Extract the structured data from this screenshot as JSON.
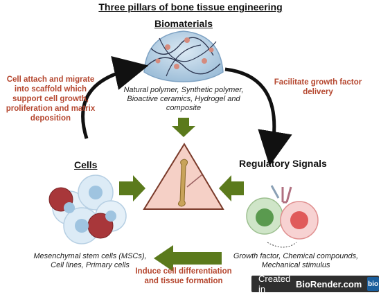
{
  "title": "Three pillars of bone tissue engineering",
  "biomaterials": {
    "heading": "Biomaterials",
    "desc_line1": "Natural polymer, Synthetic polymer,",
    "desc_line2": "Bioactive ceramics, Hydrogel and",
    "desc_line3": "composite"
  },
  "cells": {
    "heading": "Cells",
    "desc_line1": "Mesenchymal stem cells (MSCs),",
    "desc_line2": "Cell lines, Primary cells"
  },
  "signals": {
    "heading": "Regulatory Signals",
    "desc_line1": "Growth factor, Chemical compounds,",
    "desc_line2": "Mechanical stimulus"
  },
  "arrows": {
    "left_line1": "Cell attach and migrate",
    "left_line2": "into scaffold which",
    "left_line3": "support cell growth,",
    "left_line4": "proliferation and matrix",
    "left_line5": "deposition",
    "right_line1": "Facilitate growth factor",
    "right_line2": "delivery",
    "bottom_line1": "Induce cell differentiation",
    "bottom_line2": "and tissue formation"
  },
  "badge": {
    "created_in": "Created in",
    "brand": "BioRender.com",
    "logo": "bio"
  },
  "colors": {
    "accent_red": "#b5472f",
    "arrow_green": "#5b7a1c",
    "triangle_fill": "#f5d0c6",
    "triangle_stroke": "#7a3a2a"
  }
}
